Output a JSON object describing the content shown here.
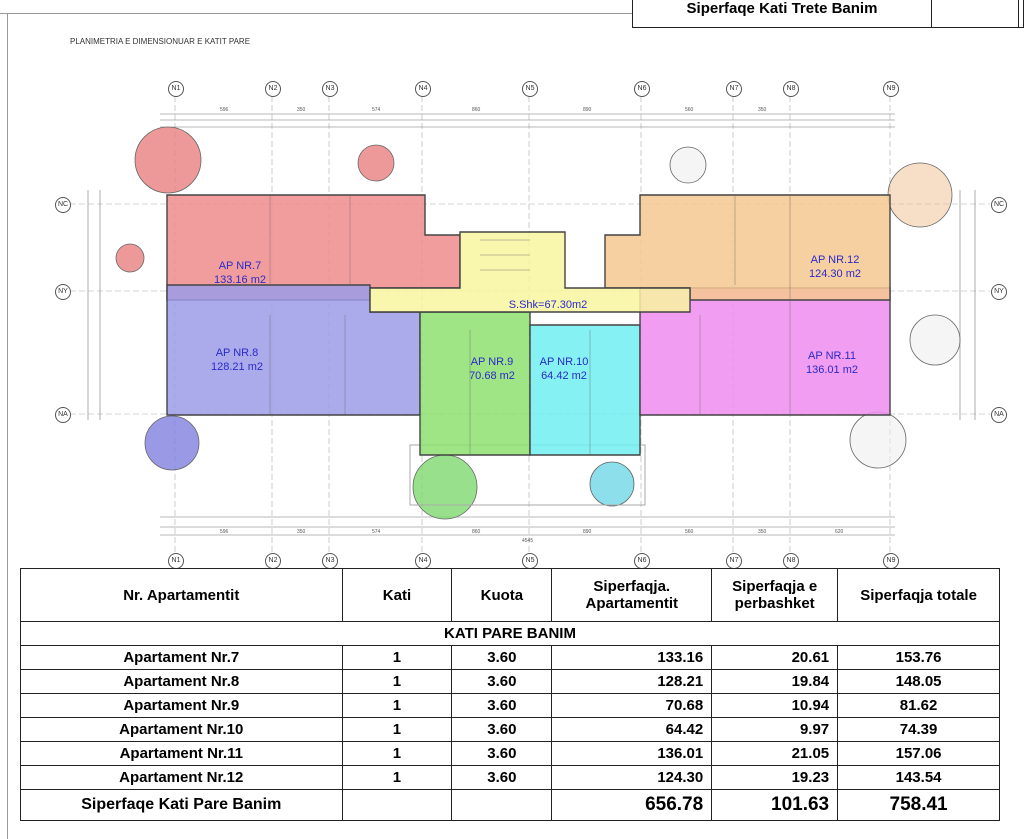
{
  "top_box": {
    "title": "Siperfaqe Kati Trete Banim"
  },
  "plan": {
    "title": "PLANIMETRIA E DIMENSIONUAR E KATIT PARE",
    "axes_x": [
      "N1",
      "N2",
      "N3",
      "N4",
      "N5",
      "N6",
      "N7",
      "N8",
      "N9"
    ],
    "axes_y": [
      "NC",
      "NY",
      "NA"
    ],
    "apartments": [
      {
        "name": "AP NR.7",
        "area": "133.16 m2",
        "color": "#f08c8c"
      },
      {
        "name": "AP NR.8",
        "area": "128.21 m2",
        "color": "#8c8ce6"
      },
      {
        "name": "AP NR.9",
        "area": "70.68 m2",
        "color": "#8ee070"
      },
      {
        "name": "AP NR.10",
        "area": "64.42 m2",
        "color": "#70eef0"
      },
      {
        "name": "AP NR.11",
        "area": "136.01 m2",
        "color": "#ee8cee"
      },
      {
        "name": "AP NR.12",
        "area": "124.30 m2",
        "color": "#f6c890"
      }
    ],
    "common": {
      "label": "S.Shk=67.30m2",
      "color": "#f8f4a0"
    },
    "dims_top": [
      "596",
      "350",
      "574",
      "860",
      "890",
      "560",
      "350"
    ],
    "dims_bottom": [
      "596",
      "350",
      "574",
      "860",
      "890",
      "560",
      "350",
      "620"
    ],
    "dim_total": "4545"
  },
  "table": {
    "headers": [
      "Nr. Apartamentit",
      "Kati",
      "Kuota",
      "Siperfaqja. Apartamentit",
      "Siperfaqja e perbashket",
      "Siperfaqja totale"
    ],
    "section": "KATI  PARE BANIM",
    "rows": [
      [
        "Apartament Nr.7",
        "1",
        "3.60",
        "133.16",
        "20.61",
        "153.76"
      ],
      [
        "Apartament Nr.8",
        "1",
        "3.60",
        "128.21",
        "19.84",
        "148.05"
      ],
      [
        "Apartament Nr.9",
        "1",
        "3.60",
        "70.68",
        "10.94",
        "81.62"
      ],
      [
        "Apartament Nr.10",
        "1",
        "3.60",
        "64.42",
        "9.97",
        "74.39"
      ],
      [
        "Apartament Nr.11",
        "1",
        "3.60",
        "136.01",
        "21.05",
        "157.06"
      ],
      [
        "Apartament Nr.12",
        "1",
        "3.60",
        "124.30",
        "19.23",
        "143.54"
      ]
    ],
    "total": {
      "label": "Siperfaqe Kati Pare Banim",
      "apartment": "656.78",
      "common": "101.63",
      "total": "758.41"
    }
  }
}
